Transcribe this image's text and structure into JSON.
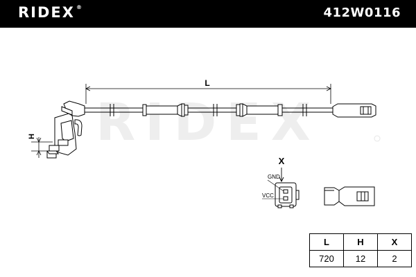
{
  "header": {
    "brand": "RIDEX",
    "brand_mark": "®",
    "part_number": "412W0116"
  },
  "watermark": {
    "text": "RIDEX"
  },
  "drawing": {
    "length_label": "L",
    "height_label": "H",
    "view_label": "X",
    "pin_labels": [
      "GND",
      "VCC"
    ]
  },
  "spec_table": {
    "headers": [
      "L",
      "H",
      "X"
    ],
    "values": [
      "720",
      "12",
      "2"
    ]
  }
}
